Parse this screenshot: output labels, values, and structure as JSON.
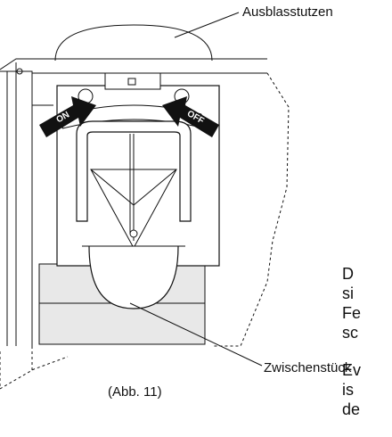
{
  "figure": {
    "labels": {
      "outlet": "Ausblasstutzen",
      "adapter": "Zwischenstück"
    },
    "arrows": {
      "on": "ON",
      "off": "OFF"
    },
    "caption": "(Abb. 11)"
  },
  "side_text": {
    "paragraph_1": [
      "D",
      "si",
      "Fe",
      "sc"
    ],
    "paragraph_2": [
      "Ev",
      "is",
      "de"
    ]
  },
  "colors": {
    "line": "#111111",
    "shade": "#e8e8e8",
    "arrow_fill": "#111111"
  }
}
